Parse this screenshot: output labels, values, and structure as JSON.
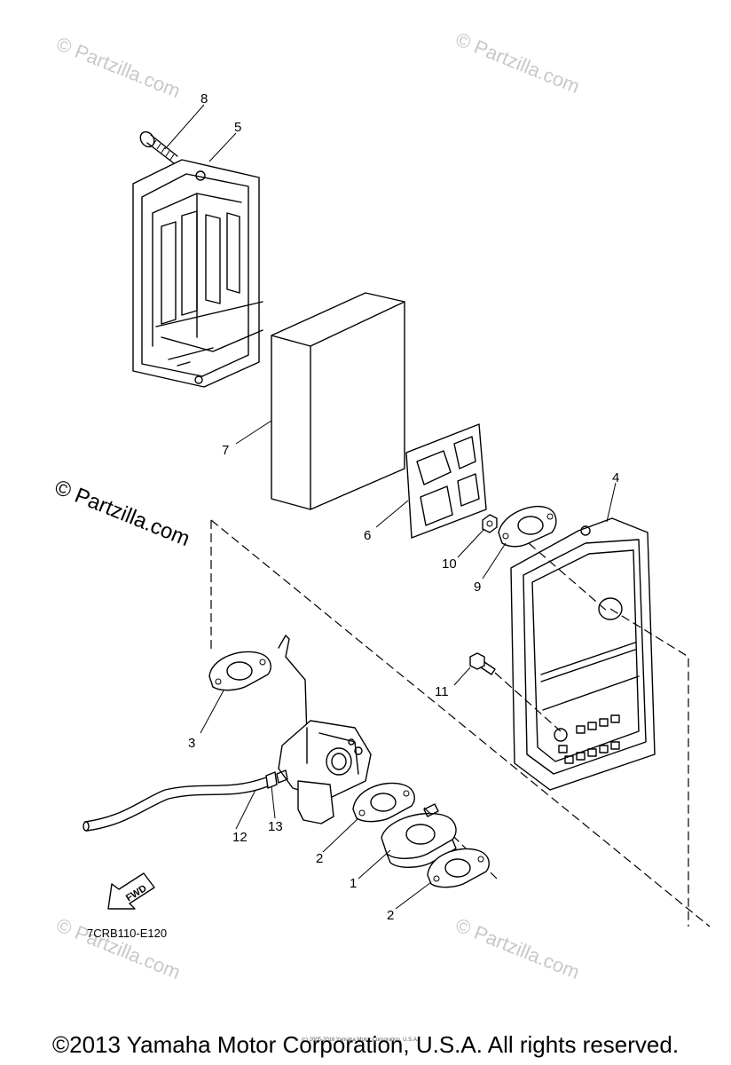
{
  "diagram_code": "7CRB110-E120",
  "watermark_text": "© Partzilla.com",
  "watermark_color": "#c8c8c8",
  "fwd_label": "FWD",
  "fine_print": "(c) 2005-2016 Yamaha Motor Corporation, U.S.A.",
  "copyright": "©2013 Yamaha Motor Corporation, U.S.A. All rights reserved.",
  "callouts": {
    "c1": "1",
    "c2a": "2",
    "c2b": "2",
    "c3": "3",
    "c4": "4",
    "c5": "5",
    "c6": "6",
    "c7": "7",
    "c8": "8",
    "c9": "9",
    "c10": "10",
    "c11": "11",
    "c12": "12",
    "c13": "13"
  }
}
